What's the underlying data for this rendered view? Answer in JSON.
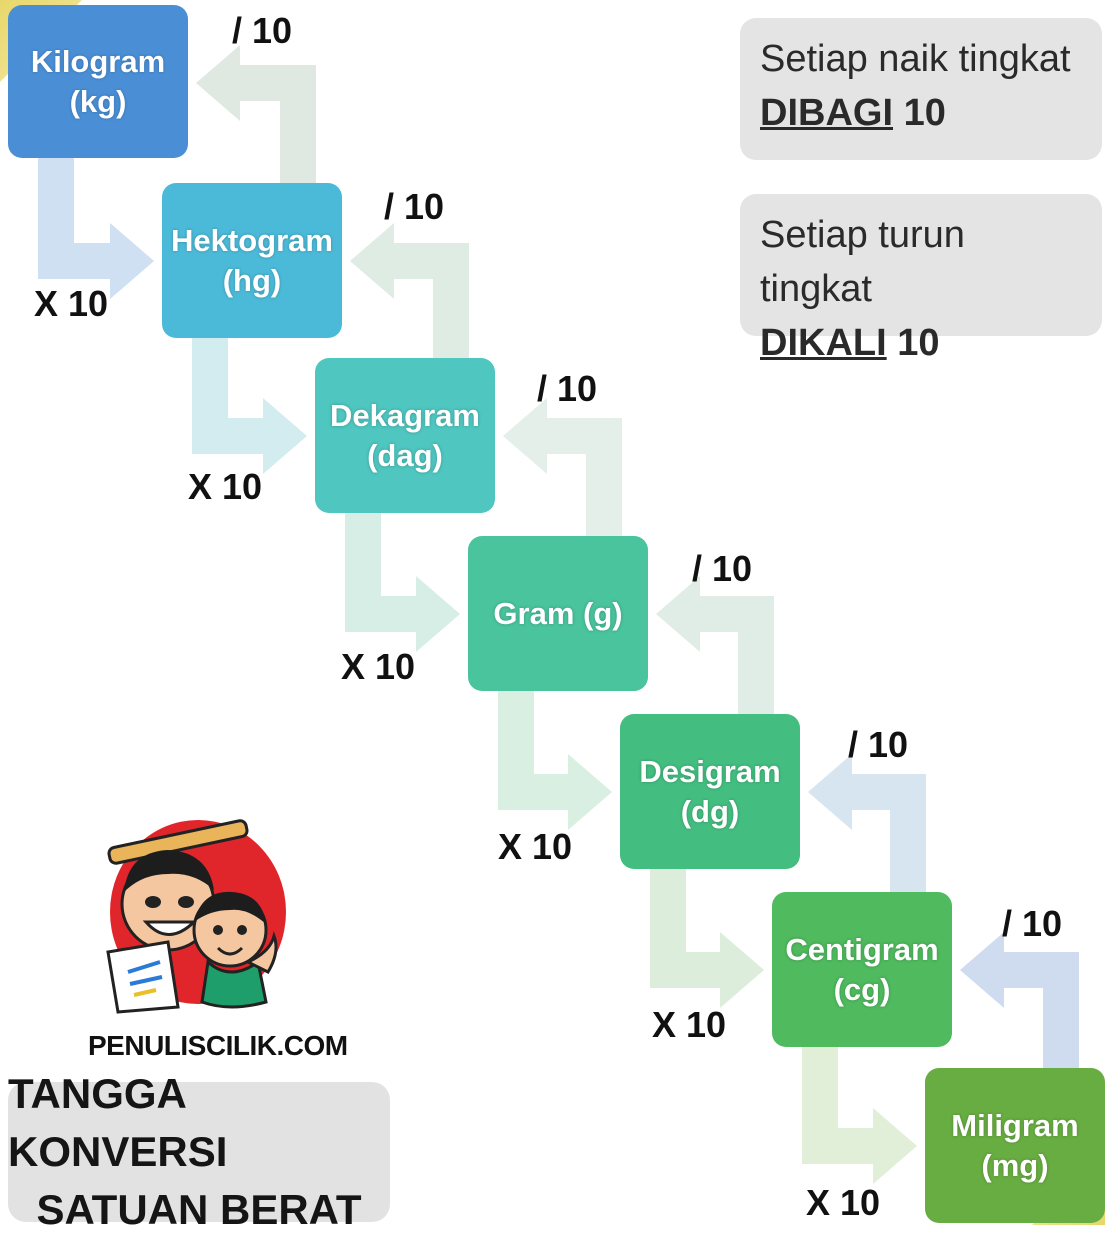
{
  "units": [
    {
      "name": "Kilogram",
      "symbol": "(kg)",
      "color": "#4a8fd6"
    },
    {
      "name": "Hektogram",
      "symbol": "(hg)",
      "color": "#4bbad8"
    },
    {
      "name": "Dekagram",
      "symbol": "(dag)",
      "color": "#4fc6c0"
    },
    {
      "name": "Gram (g)",
      "symbol": "",
      "color": "#49c49d"
    },
    {
      "name": "Desigram",
      "symbol": "(dg)",
      "color": "#43be80"
    },
    {
      "name": "Centigram",
      "symbol": "(cg)",
      "color": "#4fba5e"
    },
    {
      "name": "Miligram",
      "symbol": "(mg)",
      "color": "#68ad42"
    }
  ],
  "ops": {
    "up": [
      "/ 10",
      "/ 10",
      "/ 10",
      "/ 10",
      "/ 10",
      "/ 10"
    ],
    "down": [
      "X 10",
      "X 10",
      "X 10",
      "X 10",
      "X 10",
      "X 10"
    ]
  },
  "notes": {
    "up": {
      "line1": "Setiap naik tingkat",
      "emphasis": "DIBAGI",
      "number": "10"
    },
    "down": {
      "line1": "Setiap turun tingkat",
      "emphasis": "DIKALI",
      "number": "10"
    }
  },
  "logo": {
    "icon": "cartoon-kids-logo-icon",
    "site": "PENULISCILIK.COM"
  },
  "title": {
    "line1": "TANGGA KONVERSI",
    "line2": "SATUAN BERAT"
  },
  "colors": {
    "accent_frame": "#e7d76a",
    "note_bg": "#e4e4e4"
  }
}
